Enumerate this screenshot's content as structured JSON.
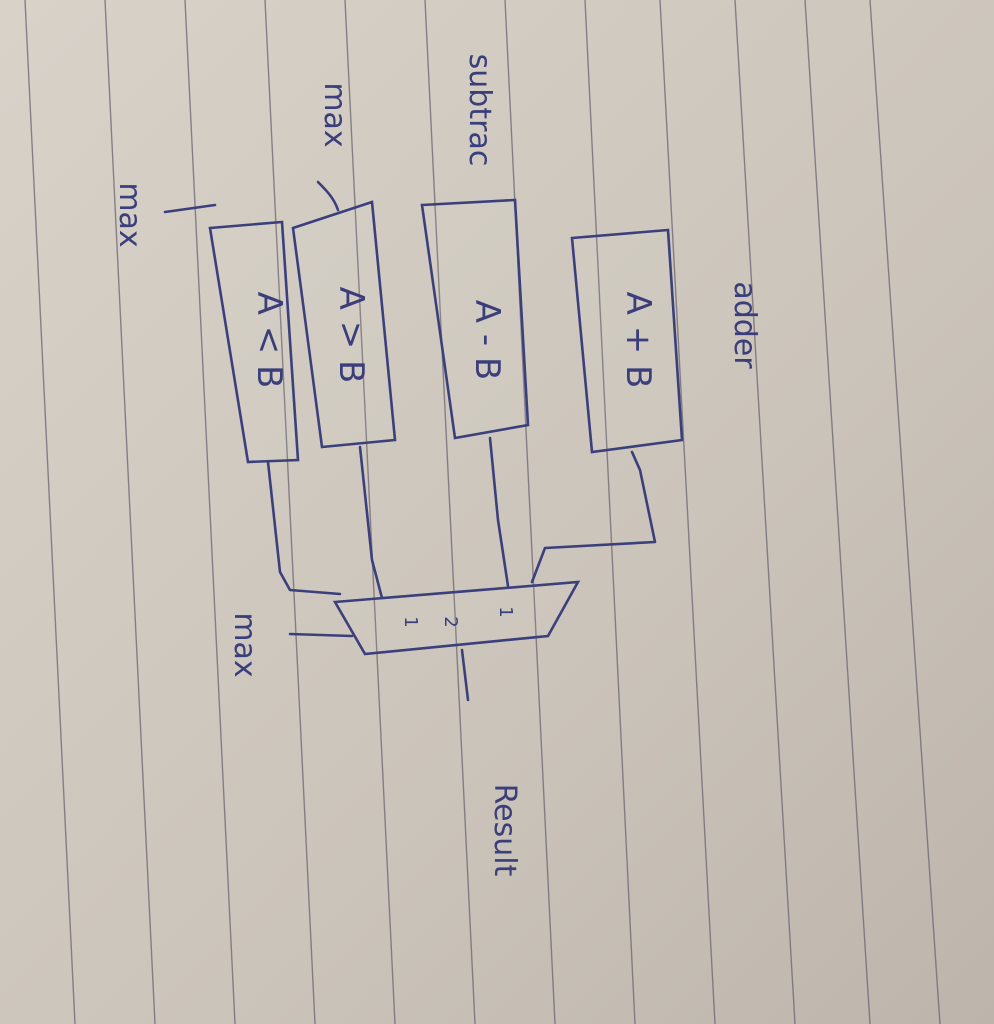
{
  "blocks": {
    "adder": {
      "caption": "adder",
      "expr": "A + B"
    },
    "subtractor": {
      "caption": "subtrac",
      "expr": "A - B"
    },
    "max_gt": {
      "caption": "max",
      "expr": "A > B"
    },
    "max_lt": {
      "caption": "max",
      "expr": "A < B"
    }
  },
  "mux": {
    "inputs": [
      "1",
      "2",
      "1"
    ],
    "caption": "max"
  },
  "output": {
    "label": "Result"
  },
  "colors": {
    "paper": "#cfc8bf",
    "ink": "#3b3f7c",
    "rule": "#6b6570"
  }
}
